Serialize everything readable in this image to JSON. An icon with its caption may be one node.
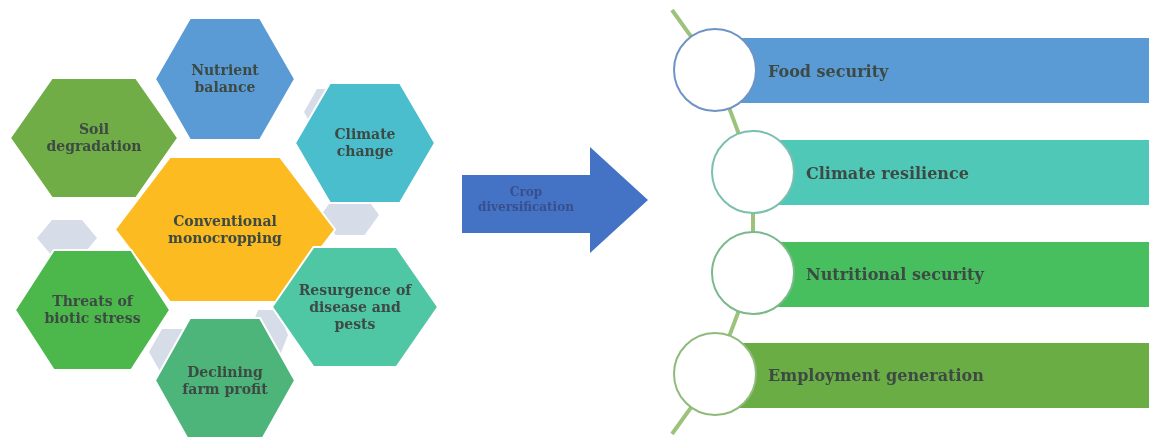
{
  "diagram": {
    "nodes": [
      {
        "text": [
          "Nutrient balance"
        ]
      },
      {
        "text": [
          "Soil degradation"
        ]
      },
      {
        "text": [
          "Climate change"
        ]
      },
      {
        "text": [
          "Conventional monocropping"
        ]
      },
      {
        "text": [
          "Threats of biotic stress"
        ]
      },
      {
        "text": [
          "Resurgence of disease and pests"
        ]
      },
      {
        "text": [
          "Declining farm profit"
        ]
      },
      {
        "text": [
          "Crop diversification"
        ]
      },
      {
        "text": [
          "Food security"
        ]
      },
      {
        "text": [
          "Climate resilience"
        ]
      },
      {
        "text": [
          "Nutritional security"
        ]
      },
      {
        "text": [
          "Employment generation"
        ]
      }
    ],
    "edges": [
      {
        "from": null,
        "to": 8,
        "arrow": "none"
      },
      {
        "from": 8,
        "to": 9,
        "arrow": "none"
      },
      {
        "from": 9,
        "to": 10,
        "arrow": "none"
      },
      {
        "from": 10,
        "to": 11,
        "arrow": "none"
      },
      {
        "from": 11,
        "to": null,
        "arrow": "none"
      }
    ]
  }
}
